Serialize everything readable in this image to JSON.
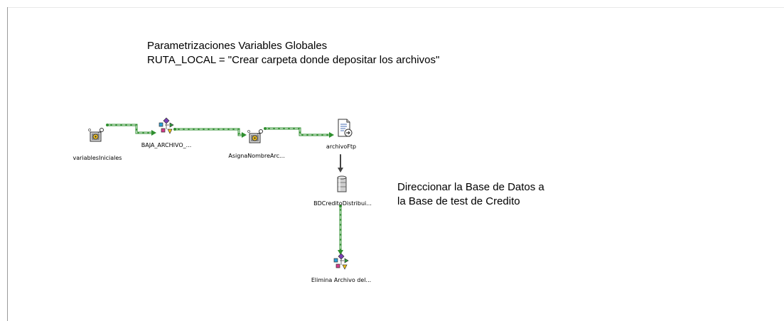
{
  "notes": {
    "globals_line1": "Parametrizaciones Variables Globales",
    "globals_line2": "RUTA_LOCAL = \"Crear carpeta donde depositar los archivos\"",
    "db_line1": "Direccionar la Base de Datos a",
    "db_line2": "la Base de test de Credito"
  },
  "nodes": {
    "variables_iniciales": "variablesIniciales",
    "baja_archivo": "BAJA_ARCHIVO_...",
    "asigna_nombre": "AsignaNombreArc...",
    "archivo_ftp": "archivoFtp",
    "bd_credito": "BDCreditoDistribui...",
    "elimina_archivo": "Elimina Archivo del..."
  },
  "colors": {
    "success_link": "#3aa63a",
    "plain_link": "#555555"
  }
}
